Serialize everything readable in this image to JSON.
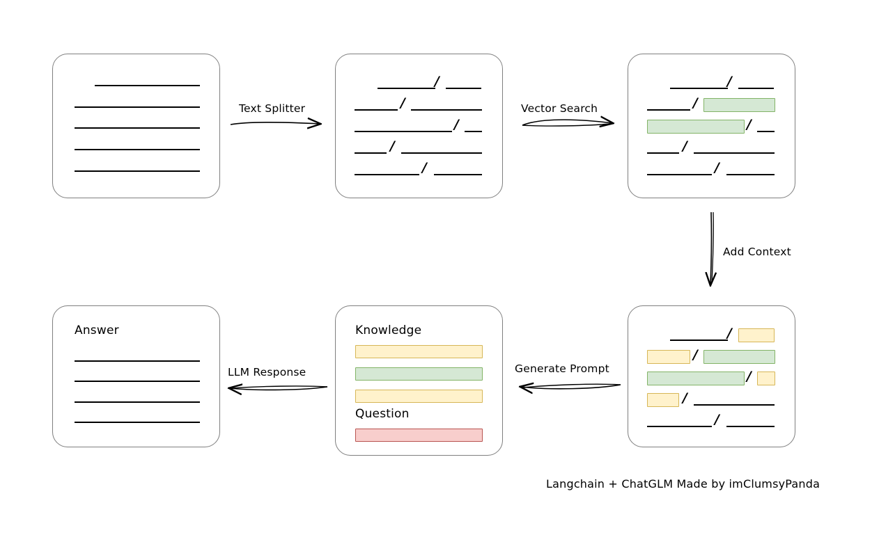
{
  "diagram": {
    "caption": "Langchain + ChatGLM Made by imClumsyPanda",
    "colors": {
      "green_fill": "#d5e8d4",
      "green_border": "#82b366",
      "yellow_fill": "#fff2cc",
      "yellow_border": "#d6b656",
      "red_fill": "#f8cecc",
      "red_border": "#b85450",
      "box_border": "#7f7f7f",
      "line": "#000000"
    },
    "boxes": {
      "source_document": {
        "title": ""
      },
      "split_document": {
        "title": ""
      },
      "vector_matched": {
        "title": ""
      },
      "context_document": {
        "title": ""
      },
      "prompt": {
        "title_knowledge": "Knowledge",
        "title_question": "Question"
      },
      "answer": {
        "title": "Answer"
      }
    },
    "edges": [
      {
        "label": "Text Splitter"
      },
      {
        "label": "Vector Search"
      },
      {
        "label": "Add Context"
      },
      {
        "label": "Generate Prompt"
      },
      {
        "label": "LLM Response"
      }
    ]
  },
  "chart_data": {
    "type": "diagram",
    "title": "Langchain + ChatGLM Made by imClumsyPanda",
    "nodes": [
      {
        "id": "source_document",
        "label": "",
        "row": 1,
        "col": 1,
        "content": "5 full-width text lines (unsplit document)"
      },
      {
        "id": "split_document",
        "label": "",
        "row": 1,
        "col": 2,
        "content": "5 text lines each split by a '/' separator"
      },
      {
        "id": "vector_matched",
        "label": "",
        "row": 1,
        "col": 3,
        "content": "5 split text lines; 2 segments highlighted green (matched chunks)"
      },
      {
        "id": "context_document",
        "label": "",
        "row": 2,
        "col": 3,
        "content": "5 split text lines; 2 green segments plus 4 yellow segments (added context)"
      },
      {
        "id": "prompt",
        "label": "Knowledge / Question",
        "row": 2,
        "col": 2,
        "content": "Knowledge: yellow, green, yellow bars. Question: red bar"
      },
      {
        "id": "answer",
        "label": "Answer",
        "row": 2,
        "col": 1,
        "content": "4 full-width text lines"
      }
    ],
    "edges": [
      {
        "from": "source_document",
        "to": "split_document",
        "label": "Text Splitter"
      },
      {
        "from": "split_document",
        "to": "vector_matched",
        "label": "Vector Search"
      },
      {
        "from": "vector_matched",
        "to": "context_document",
        "label": "Add Context"
      },
      {
        "from": "context_document",
        "to": "prompt",
        "label": "Generate Prompt"
      },
      {
        "from": "prompt",
        "to": "answer",
        "label": "LLM Response"
      }
    ]
  }
}
